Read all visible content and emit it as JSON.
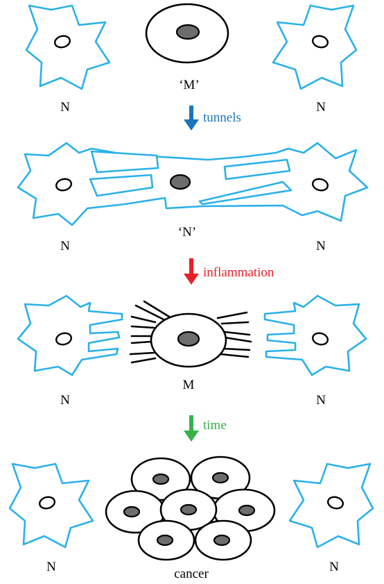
{
  "labels": {
    "normal": "N",
    "mutant_quoted": "‘M’",
    "normalized_quoted": "‘N’",
    "mutant": "M",
    "cancer": "cancer"
  },
  "steps": [
    {
      "label": "tunnels",
      "color": "#1a75bb"
    },
    {
      "label": "inflammation",
      "color": "#e8202a"
    },
    {
      "label": "time",
      "color": "#3ab04a"
    }
  ],
  "colors": {
    "normal_cell_outline": "#2ab0ea",
    "nucleus_fill": "#6d6d6d",
    "outline": "#000000"
  }
}
